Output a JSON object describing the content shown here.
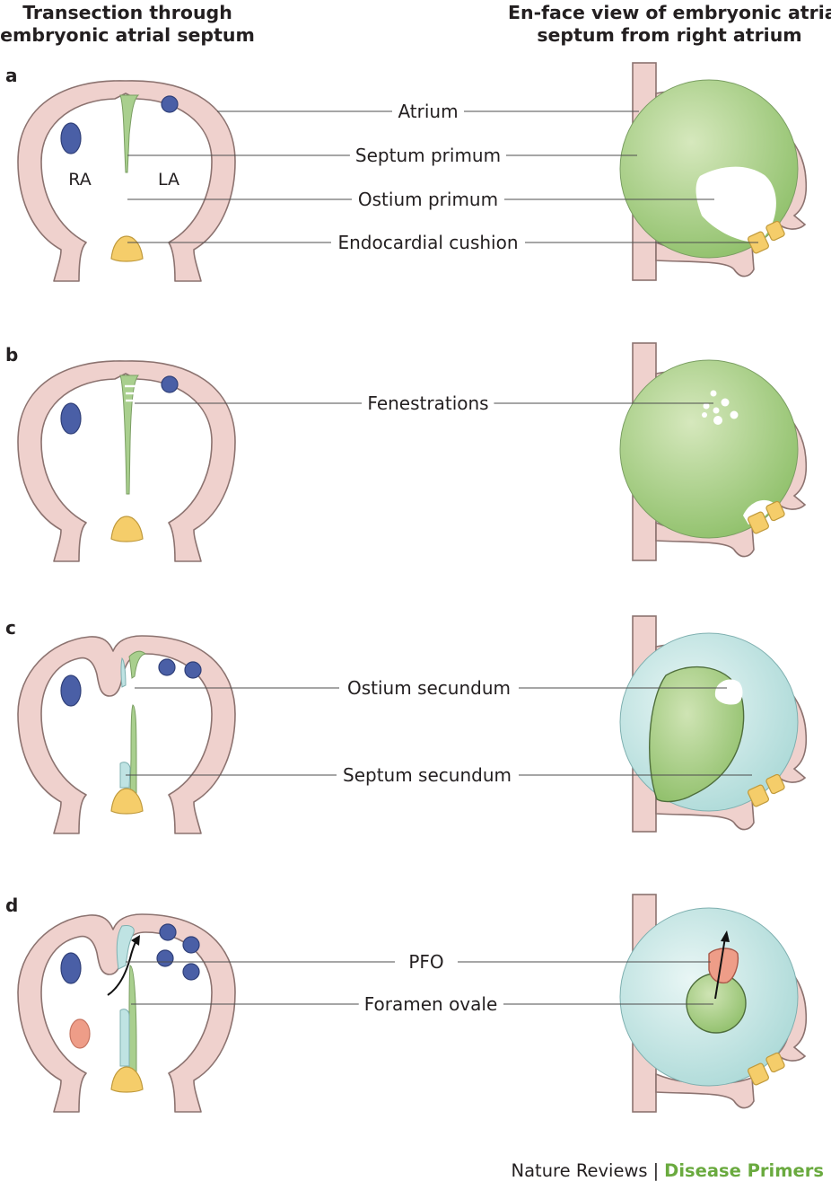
{
  "headers": {
    "left": [
      "Transection through",
      "embryonic atrial septum"
    ],
    "right": [
      "En-face view of embryonic atrial",
      "septum from right atrium"
    ]
  },
  "panels": [
    {
      "letter": "a",
      "labels": [
        "Atrium",
        "Septum primum",
        "Ostium primum",
        "Endocardial cushion"
      ],
      "chamber_labels": [
        "RA",
        "LA"
      ]
    },
    {
      "letter": "b",
      "labels": [
        "Fenestrations"
      ]
    },
    {
      "letter": "c",
      "labels": [
        "Ostium secundum",
        "Septum secundum"
      ]
    },
    {
      "letter": "d",
      "labels": [
        "PFO",
        "Foramen ovale"
      ]
    }
  ],
  "credit": {
    "journal": "Nature Reviews",
    "series": "Disease Primers"
  },
  "colors": {
    "wall_fill": "#efd1cd",
    "wall_stroke": "#8c7370",
    "septum_primum": "#a9cf8e",
    "septum_secundum": "#bfe3e3",
    "cushion": "#f5cd6a",
    "vessel": "#4a5fa6",
    "pfo": "#ee9d88",
    "series_green": "#6aaa3f"
  }
}
